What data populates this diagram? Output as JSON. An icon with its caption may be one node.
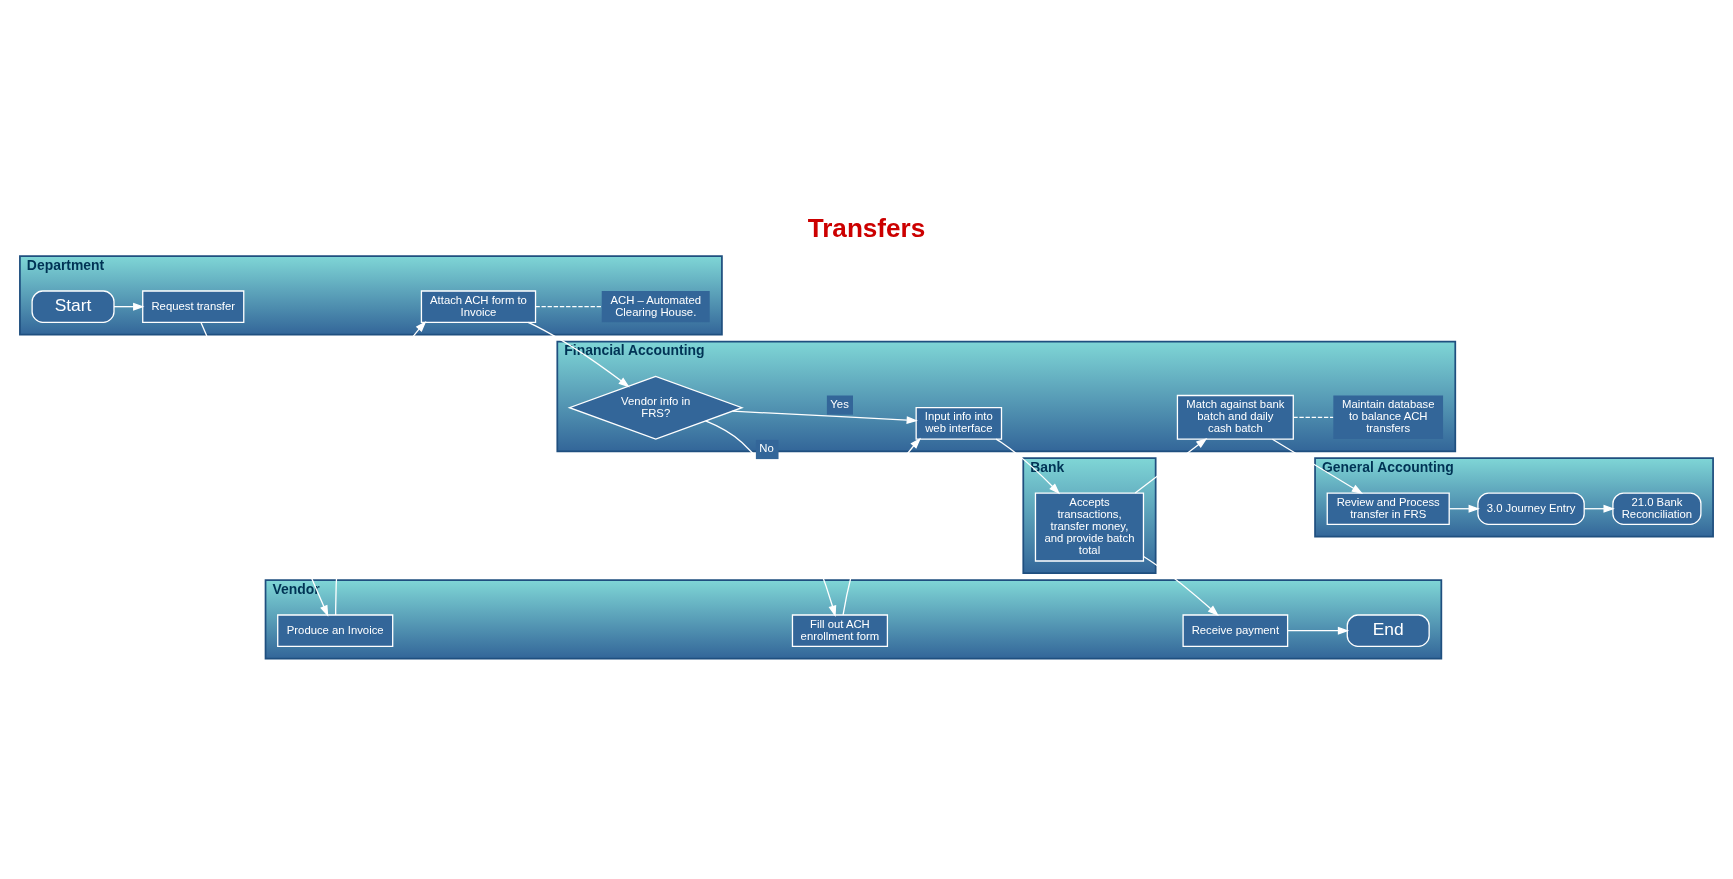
{
  "diagram": {
    "title": "Transfers",
    "nodes": [
      {
        "text": [
          "Department"
        ]
      },
      {
        "text": [
          "Start"
        ],
        "in": 0
      },
      {
        "text": [
          "Request transfer"
        ],
        "in": 0
      },
      {
        "text": [
          "Attach ACH form to Invoice"
        ],
        "in": 0
      },
      {
        "text": [
          "ACH – Automated Clearing House."
        ],
        "in": 0
      },
      {
        "text": [
          "Vendor"
        ]
      },
      {
        "text": [
          "Produce an Invoice"
        ],
        "in": 5
      },
      {
        "text": [
          "Fill out ACH enrollment form"
        ],
        "in": 5
      },
      {
        "text": [
          "Receive payment"
        ],
        "in": 5
      },
      {
        "text": [
          "End"
        ],
        "in": 5
      },
      {
        "text": [
          "Financial Accounting"
        ]
      },
      {
        "text": [
          "Vendor info in FRS?"
        ],
        "in": 10
      },
      {
        "text": [
          "Input info into web interface"
        ],
        "in": 10
      },
      {
        "text": [
          "Match against bank batch and daily cash batch"
        ],
        "in": 10
      },
      {
        "text": [
          "Maintain database to balance ACH transfers"
        ],
        "in": 10
      },
      {
        "text": [
          "Bank"
        ]
      },
      {
        "text": [
          "Accepts transactions, transfer money, and provide batch total"
        ],
        "in": 15
      },
      {
        "text": [
          "General Accounting"
        ]
      },
      {
        "text": [
          "Review and Process transfer in FRS"
        ],
        "in": 17
      },
      {
        "text": [
          "3.0 Journey Entry"
        ],
        "in": 17
      },
      {
        "text": [
          "21.0 Bank Reconciliation"
        ],
        "in": 17
      }
    ],
    "edges": [
      {
        "from": 1,
        "to": 2,
        "arrow": "to"
      },
      {
        "from": 2,
        "to": 6,
        "arrow": "to"
      },
      {
        "from": 6,
        "to": 3,
        "arrow": "to"
      },
      {
        "from": 3,
        "to": 4,
        "arrow": "none",
        "style": "dashed"
      },
      {
        "from": 3,
        "to": 11,
        "arrow": "to"
      },
      {
        "from": 11,
        "to": 7,
        "arrow": "to",
        "label": "No"
      },
      {
        "from": 11,
        "to": 12,
        "arrow": "to",
        "label": "Yes"
      },
      {
        "from": 7,
        "to": 12,
        "arrow": "to"
      },
      {
        "from": 12,
        "to": 16,
        "arrow": "to"
      },
      {
        "from": 16,
        "to": 8,
        "arrow": "to"
      },
      {
        "from": 16,
        "to": 13,
        "arrow": "to"
      },
      {
        "from": 8,
        "to": 9,
        "arrow": "to"
      },
      {
        "from": 13,
        "to": 14,
        "arrow": "none",
        "style": "dashed"
      },
      {
        "from": 13,
        "to": 18,
        "arrow": "to"
      },
      {
        "from": 18,
        "to": 19,
        "arrow": "to"
      },
      {
        "from": 19,
        "to": 20,
        "arrow": "to"
      }
    ]
  }
}
